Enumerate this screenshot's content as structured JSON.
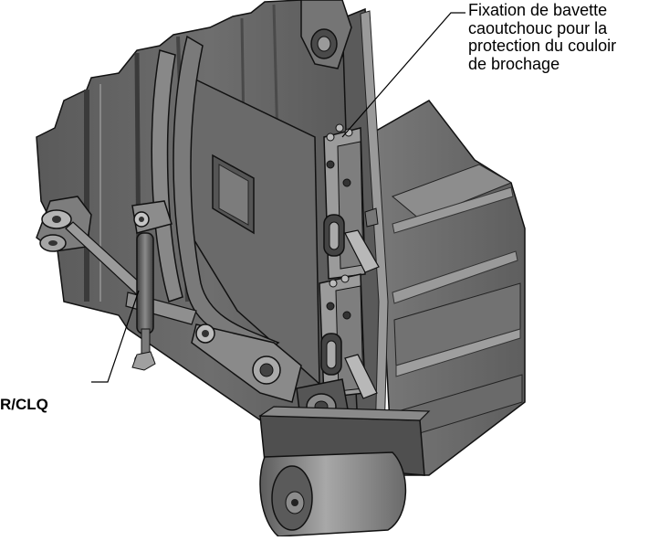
{
  "figure": {
    "description_language": "fr",
    "callouts": {
      "top_right": {
        "lines": [
          "Fixation de bavette",
          "caoutchouc pour la",
          "protection du couloir",
          "de brochage"
        ]
      },
      "left": {
        "text": "R/CLQ"
      }
    },
    "colors": {
      "metal_dark": "#4a4a4a",
      "metal_mid": "#6b6b6b",
      "metal_light": "#8c8c8c",
      "metal_highlight": "#b5b5b5",
      "outline": "#111111",
      "background": "#ffffff"
    }
  }
}
